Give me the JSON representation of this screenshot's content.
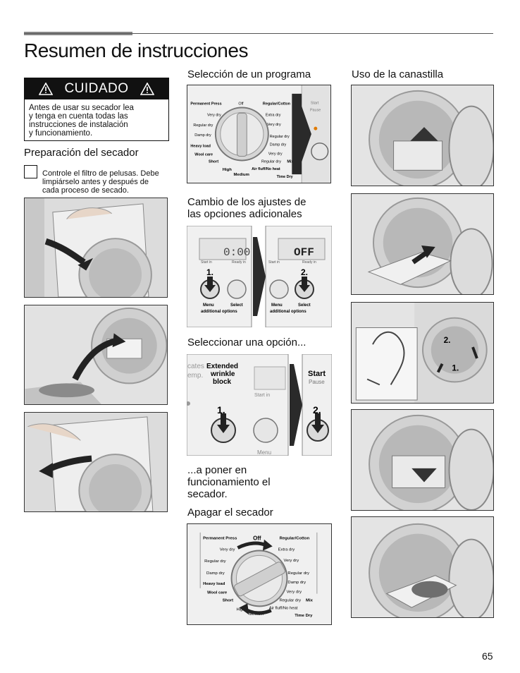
{
  "page": {
    "title": "Resumen de instrucciones",
    "page_number": "65"
  },
  "caution": {
    "title": "CUIDADO",
    "text_lines": [
      "Antes de usar su secador lea",
      "y tenga en cuenta todas las",
      "instrucciones de instalación",
      "y funcionamiento."
    ]
  },
  "prep": {
    "heading": "Preparación del secador",
    "filter_lines": [
      "Controle el filtro de pelusas. Debe",
      "limpiárselo antes y después de",
      "cada proceso de secado."
    ]
  },
  "program": {
    "heading": "Selección de un programa",
    "dial_labels": {
      "permanent_press": "Permanent Press",
      "off": "Off",
      "regular_cotton": "Regular/Cotton",
      "very_dry_l": "Very dry",
      "regular_dry_l": "Regular dry",
      "damp_dry_l": "Damp dry",
      "heavy_load": "Heavy load",
      "wool_care": "Wool care",
      "short": "Short",
      "high": "High",
      "medium": "Medium",
      "air_fluff": "Air fluff/No heat",
      "time_dry": "Time Dry",
      "extra_dry": "Extra dry",
      "very_dry_r": "Very dry",
      "regular_dry_r": "Regular dry",
      "damp_dry_r": "Damp dry",
      "very_dry_r2": "Very dry",
      "regular_dry_mix": "Regular dry",
      "mix": "Mix",
      "start": "Start",
      "pause": "Pause"
    }
  },
  "options": {
    "heading_line1": "Cambio de los ajustes de",
    "heading_line2": "las opciones adicionales",
    "display_left": "0:00",
    "display_right": "OFF",
    "start_in": "Start in",
    "ready_in": "Ready in",
    "step1": "1.",
    "step2": "2.",
    "menu": "Menu",
    "select": "Select",
    "additional_options": "additional options"
  },
  "choose": {
    "heading": "Seleccionar una opción...",
    "frag1": "cates",
    "frag2": "emp.",
    "extended1": "Extended",
    "extended2": "wrinkle",
    "extended3": "block",
    "start_in": "Start in",
    "step1": "1.",
    "step2": "2.",
    "menu": "Menu",
    "start": "Start",
    "pause": "Pause"
  },
  "run": {
    "line1": "...a poner en",
    "line2": "funcionamiento el",
    "line3": "secador."
  },
  "off": {
    "heading": "Apagar el secador"
  },
  "basket": {
    "heading": "Uso de la canastilla",
    "step1": "1.",
    "step2": "2."
  }
}
